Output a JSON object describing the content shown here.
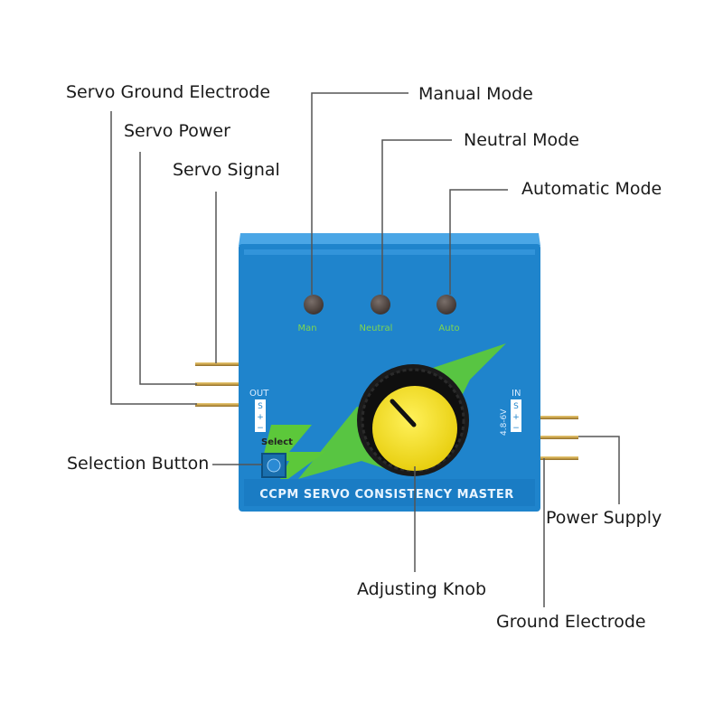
{
  "callouts": {
    "servo_ground_electrode": "Servo Ground Electrode",
    "servo_power": "Servo Power",
    "servo_signal": "Servo Signal",
    "manual_mode": "Manual Mode",
    "neutral_mode": "Neutral Mode",
    "automatic_mode": "Automatic Mode",
    "selection_button": "Selection Button",
    "adjusting_knob": "Adjusting Knob",
    "power_supply": "Power Supply",
    "ground_electrode": "Ground Electrode"
  },
  "device": {
    "led_labels": [
      "Man",
      "Neutral",
      "Auto"
    ],
    "out_label": "OUT",
    "in_label": "IN",
    "voltage_label": "4.8-6V",
    "pin_labels": [
      "S",
      "+",
      "−"
    ],
    "select_label": "Select",
    "banner": "CCPM SERVO CONSISTENCY MASTER"
  },
  "colors": {
    "body_blue": "#1f84cc",
    "top_blue": "#3a9be0",
    "lightning_green": "#5cc83a",
    "knob_yellow": "#f4e21c",
    "pin_gold": "#c9a24a",
    "line": "#555555"
  }
}
